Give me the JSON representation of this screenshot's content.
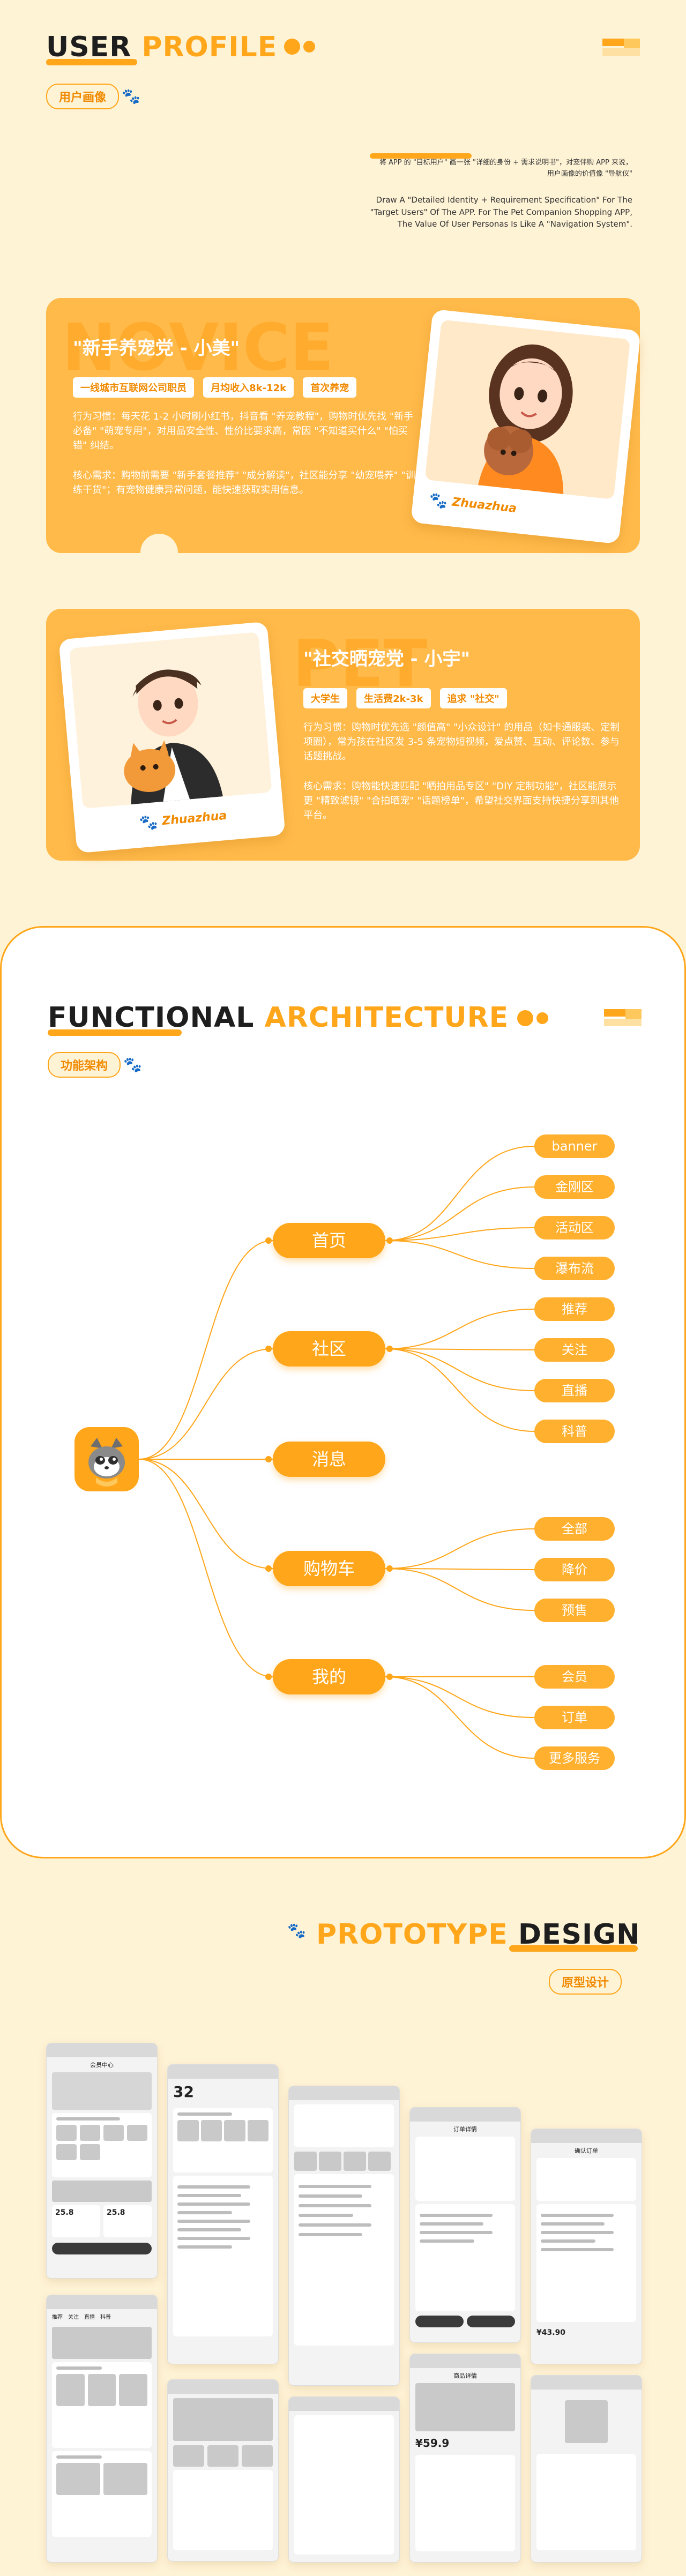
{
  "section_profile": {
    "title_dark": "USER",
    "title_orange": "PROFILE",
    "tag": "用户画像",
    "intro_cn": "将 APP 的 \"目标用户\" 画一张 \"详细的身份 + 需求说明书\"，对宠伴购 APP 来说，用户画像的价值像 \"导航仪\"",
    "intro_en": "Draw A \"Detailed Identity + Requirement Specification\" For The \"Target Users\" Of The APP. For The Pet Companion Shopping APP, The Value Of User Personas Is Like A \"Navigation System\"."
  },
  "persona1": {
    "bg_word": "NOVICE",
    "title": "\"新手养宠党 - 小美\"",
    "tags": [
      "一线城市互联网公司职员",
      "月均收入8k-12k",
      "首次养宠"
    ],
    "habit": "行为习惯：每天花 1-2 小时刷小红书，抖音看 \"养宠教程\"，购物时优先找 \"新手必备\" \"萌宠专用\"，对用品安全性、性价比要求高，常因 \"不知道买什么\" \"怕买错\" 纠结。",
    "needs": "核心需求：购物前需要 \"新手套餐推荐\" \"成分解读\"，社区能分享 \"幼宠喂养\" \"训练干货\"；有宠物健康异常问题，能快速获取实用信息。",
    "brand": "Zhuazhua"
  },
  "persona2": {
    "bg_word": "PET",
    "title": "\"社交晒宠党 - 小宇\"",
    "tags": [
      "大学生",
      "生活费2k-3k",
      "追求 \"社交\""
    ],
    "habit": "行为习惯：购物时优先选 \"颜值高\" \"小众设计\" 的用品（如卡通服装、定制项圈），常为孩在社区发 3-5 条宠物短视频，爱点赞、互动、评论数、参与话题挑战。",
    "needs": "核心需求：购物能快速匹配 \"晒拍用品专区\" \"DIY 定制功能\"，社区能展示更 \"精致滤镜\" \"合拍晒宠\" \"话题榜单\"，希望社交界面支持快捷分享到其他平台。",
    "brand": "Zhuazhua"
  },
  "section_arch": {
    "title_dark": "FUNCTIONAL",
    "title_orange": "ARCHITECTURE",
    "tag": "功能架构",
    "groups": [
      {
        "label": "首页",
        "children": [
          "banner",
          "金刚区",
          "活动区",
          "瀑布流"
        ]
      },
      {
        "label": "社区",
        "children": [
          "推荐",
          "关注",
          "直播",
          "科普"
        ]
      },
      {
        "label": "消息",
        "children": []
      },
      {
        "label": "购物车",
        "children": [
          "全部",
          "降价",
          "预售"
        ]
      },
      {
        "label": "我的",
        "children": [
          "会员",
          "订单",
          "更多服务"
        ]
      }
    ]
  },
  "section_proto": {
    "title_orange": "PROTOTYPE",
    "title_dark": "DESIGN",
    "tag": "原型设计",
    "screens": {
      "member_title": "会员中心",
      "stat_big": "32",
      "price_a": "25.8",
      "price_b": "25.8",
      "price_c": "¥59.9",
      "price_d": "¥43.90",
      "order_title": "订单详情",
      "pay_title": "确认订单",
      "goods_title": "商品详情",
      "nav_items": [
        "推荐",
        "关注",
        "直播",
        "科普"
      ]
    }
  },
  "colors": {
    "accent": "#FFA61A",
    "card": "#FFBA4A",
    "background": "#FFF3D6",
    "dark": "#1E1E1E"
  }
}
